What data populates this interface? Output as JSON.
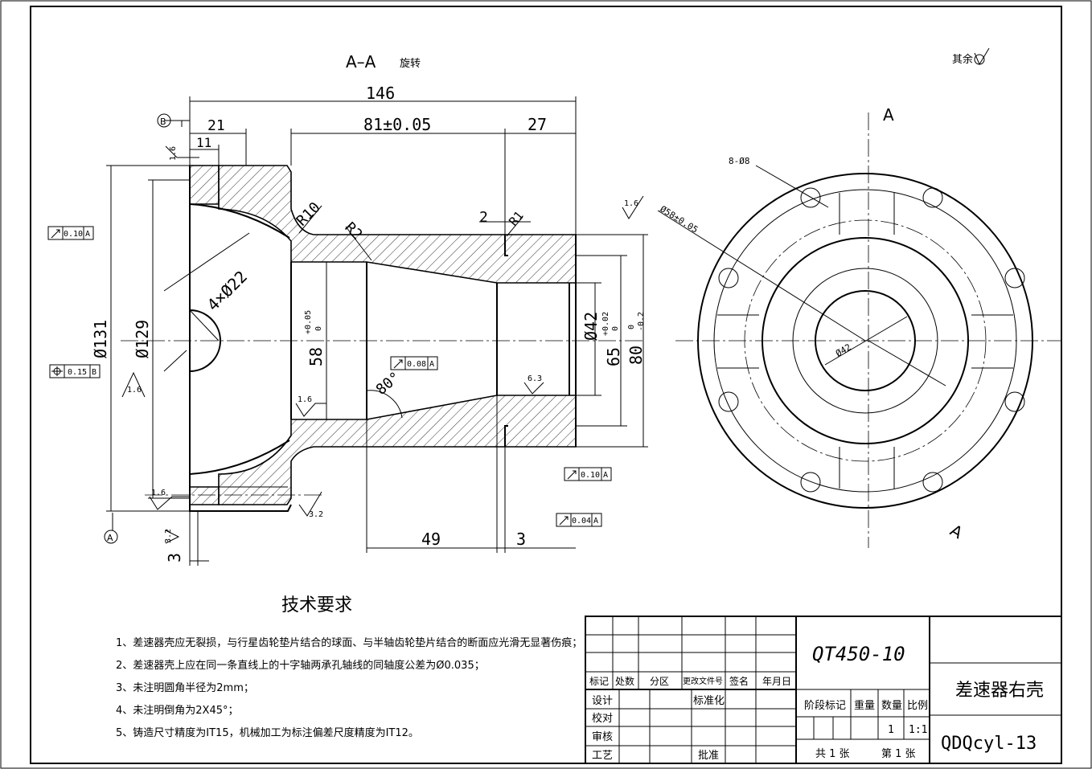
{
  "section_title": "A–A",
  "section_note": "旋转",
  "roughness_other": "其余",
  "view_label_a": "A",
  "view_label_a_bottom": "A",
  "datum_b": "B",
  "datum_a": "A",
  "dims": {
    "d146": "146",
    "d21": "21",
    "d81": "81±0.05",
    "d27": "27",
    "d11": "11",
    "d2": "2",
    "r1": "R1",
    "r10": "R10",
    "r2": "R2",
    "d4x22": "4×Ø22",
    "d131": "Ø131",
    "d129": "Ø129",
    "d58": "58",
    "d58_tol": "+0.05",
    "d58_tol2": "0",
    "d42": "Ø42",
    "d65": "65",
    "d65_tol": "+0.02",
    "d65_tol2": "0",
    "d80": "80",
    "d80_tol": "0",
    "d80_tol2": "-0.2",
    "d80deg": "80°",
    "d49": "49",
    "d3": "3",
    "d3b": "3",
    "hole8": "8-Ø8",
    "pcd": "Ø58±0.05",
    "d42r": "Ø42"
  },
  "roughness": {
    "r16a": "1.6",
    "r16b": "1.6",
    "r16c": "1.6",
    "r16d": "1.6",
    "r16e": "1.6",
    "r63": "6.3",
    "r32a": "3.2",
    "r32b": "3.2"
  },
  "tolerances": {
    "runout1": "0.10",
    "runout1_datum": "A",
    "position": "0.15",
    "position_datum": "B",
    "runout2": "0.08",
    "runout2_datum": "A",
    "runout3": "0.10",
    "runout3_datum": "A",
    "runout4": "0.04",
    "runout4_datum": "A"
  },
  "tech_req": {
    "title": "技术要求",
    "items": [
      "1、差速器壳应无裂损，与行星齿轮垫片结合的球面、与半轴齿轮垫片结合的断面应光滑无显著伤痕；",
      "2、差速器壳上应在同一条直线上的十字轴两承孔轴线的同轴度公差为Ø0.035；",
      "3、未注明圆角半径为2mm；",
      "4、未注明倒角为2X45°；",
      "5、铸造尺寸精度为IT15，机械加工为标注偏差尺度精度为IT12。"
    ]
  },
  "title_block": {
    "material": "QT450-10",
    "part_name": "差速器右壳",
    "drawing_no": "QDQcyl-13",
    "h_mark": "标记",
    "h_count": "处数",
    "h_zone": "分区",
    "h_change": "更改文件号",
    "h_sign": "签名",
    "h_date": "年月日",
    "design": "设计",
    "standard": "标准化",
    "check": "校对",
    "review": "审核",
    "process": "工艺",
    "approve": "批准",
    "stage": "阶段标记",
    "weight": "重量",
    "qty": "数量",
    "scale": "比例",
    "qty_val": "1",
    "scale_val": "1:1",
    "total_sheets": "共 1 张",
    "sheet_no": "第 1 张"
  }
}
